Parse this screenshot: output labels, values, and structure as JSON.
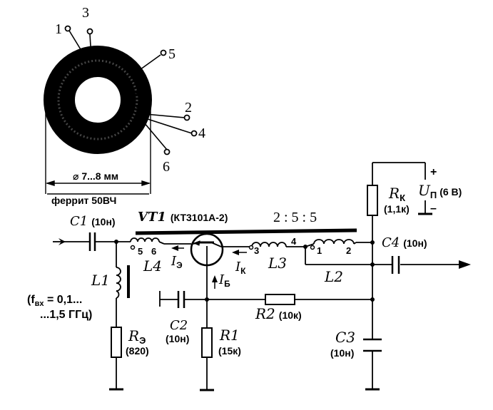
{
  "toroid": {
    "pins": [
      "1",
      "3",
      "5",
      "2",
      "4",
      "6"
    ],
    "dimension": "⌀ 7...8 мм",
    "material": "феррит 50ВЧ"
  },
  "transistor": {
    "ref": "VT1",
    "type": "(КТ3101А-2)"
  },
  "ratio": "2 : 5 : 5",
  "coil_pins": {
    "p5": "5",
    "p6": "6",
    "p3": "3",
    "p4": "4",
    "p1": "1",
    "p2": "2"
  },
  "components": {
    "C1": {
      "name": "C1",
      "value": "(10н)"
    },
    "C2": {
      "name": "C2",
      "value": "(10н)"
    },
    "C3": {
      "name": "C3",
      "value": "(10н)"
    },
    "C4": {
      "name": "C4",
      "value": "(10н)"
    },
    "R1": {
      "name": "R1",
      "value": "(15к)"
    },
    "R2": {
      "name": "R2",
      "value": "(10к)"
    },
    "RE": {
      "name": "R",
      "sub": "Э",
      "value": "(820)"
    },
    "RK": {
      "name": "R",
      "sub": "К",
      "value": "(1,1к)"
    },
    "L1": "L1",
    "L2": "L2",
    "L3": "L3",
    "L4": "L4"
  },
  "currents": {
    "IE": {
      "name": "I",
      "sub": "Э"
    },
    "IK": {
      "name": "I",
      "sub": "К"
    },
    "IB": {
      "name": "I",
      "sub": "Б"
    }
  },
  "supply": {
    "name": "U",
    "sub": "П",
    "value": "(6 В)",
    "plus": "+",
    "minus": "–"
  },
  "input_freq": {
    "line1": "(f",
    "sub": "вх",
    "line1_rest": " = 0,1...",
    "line2": "...1,5 ГГц)"
  }
}
